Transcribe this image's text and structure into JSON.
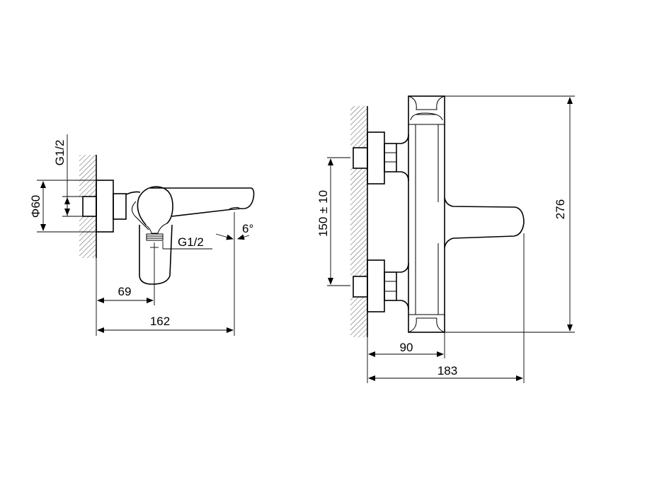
{
  "side_view": {
    "dim_thread_vertical": "G1/2",
    "dim_diameter": "Φ60",
    "dim_thread_outlet": "G1/2",
    "dim_angle": "6°",
    "dim_outlet_offset": "69",
    "dim_total_depth": "162"
  },
  "front_view": {
    "dim_inlet_spacing": "150 ± 10",
    "dim_height": "276",
    "dim_body_depth": "90",
    "dim_total_depth": "183"
  }
}
